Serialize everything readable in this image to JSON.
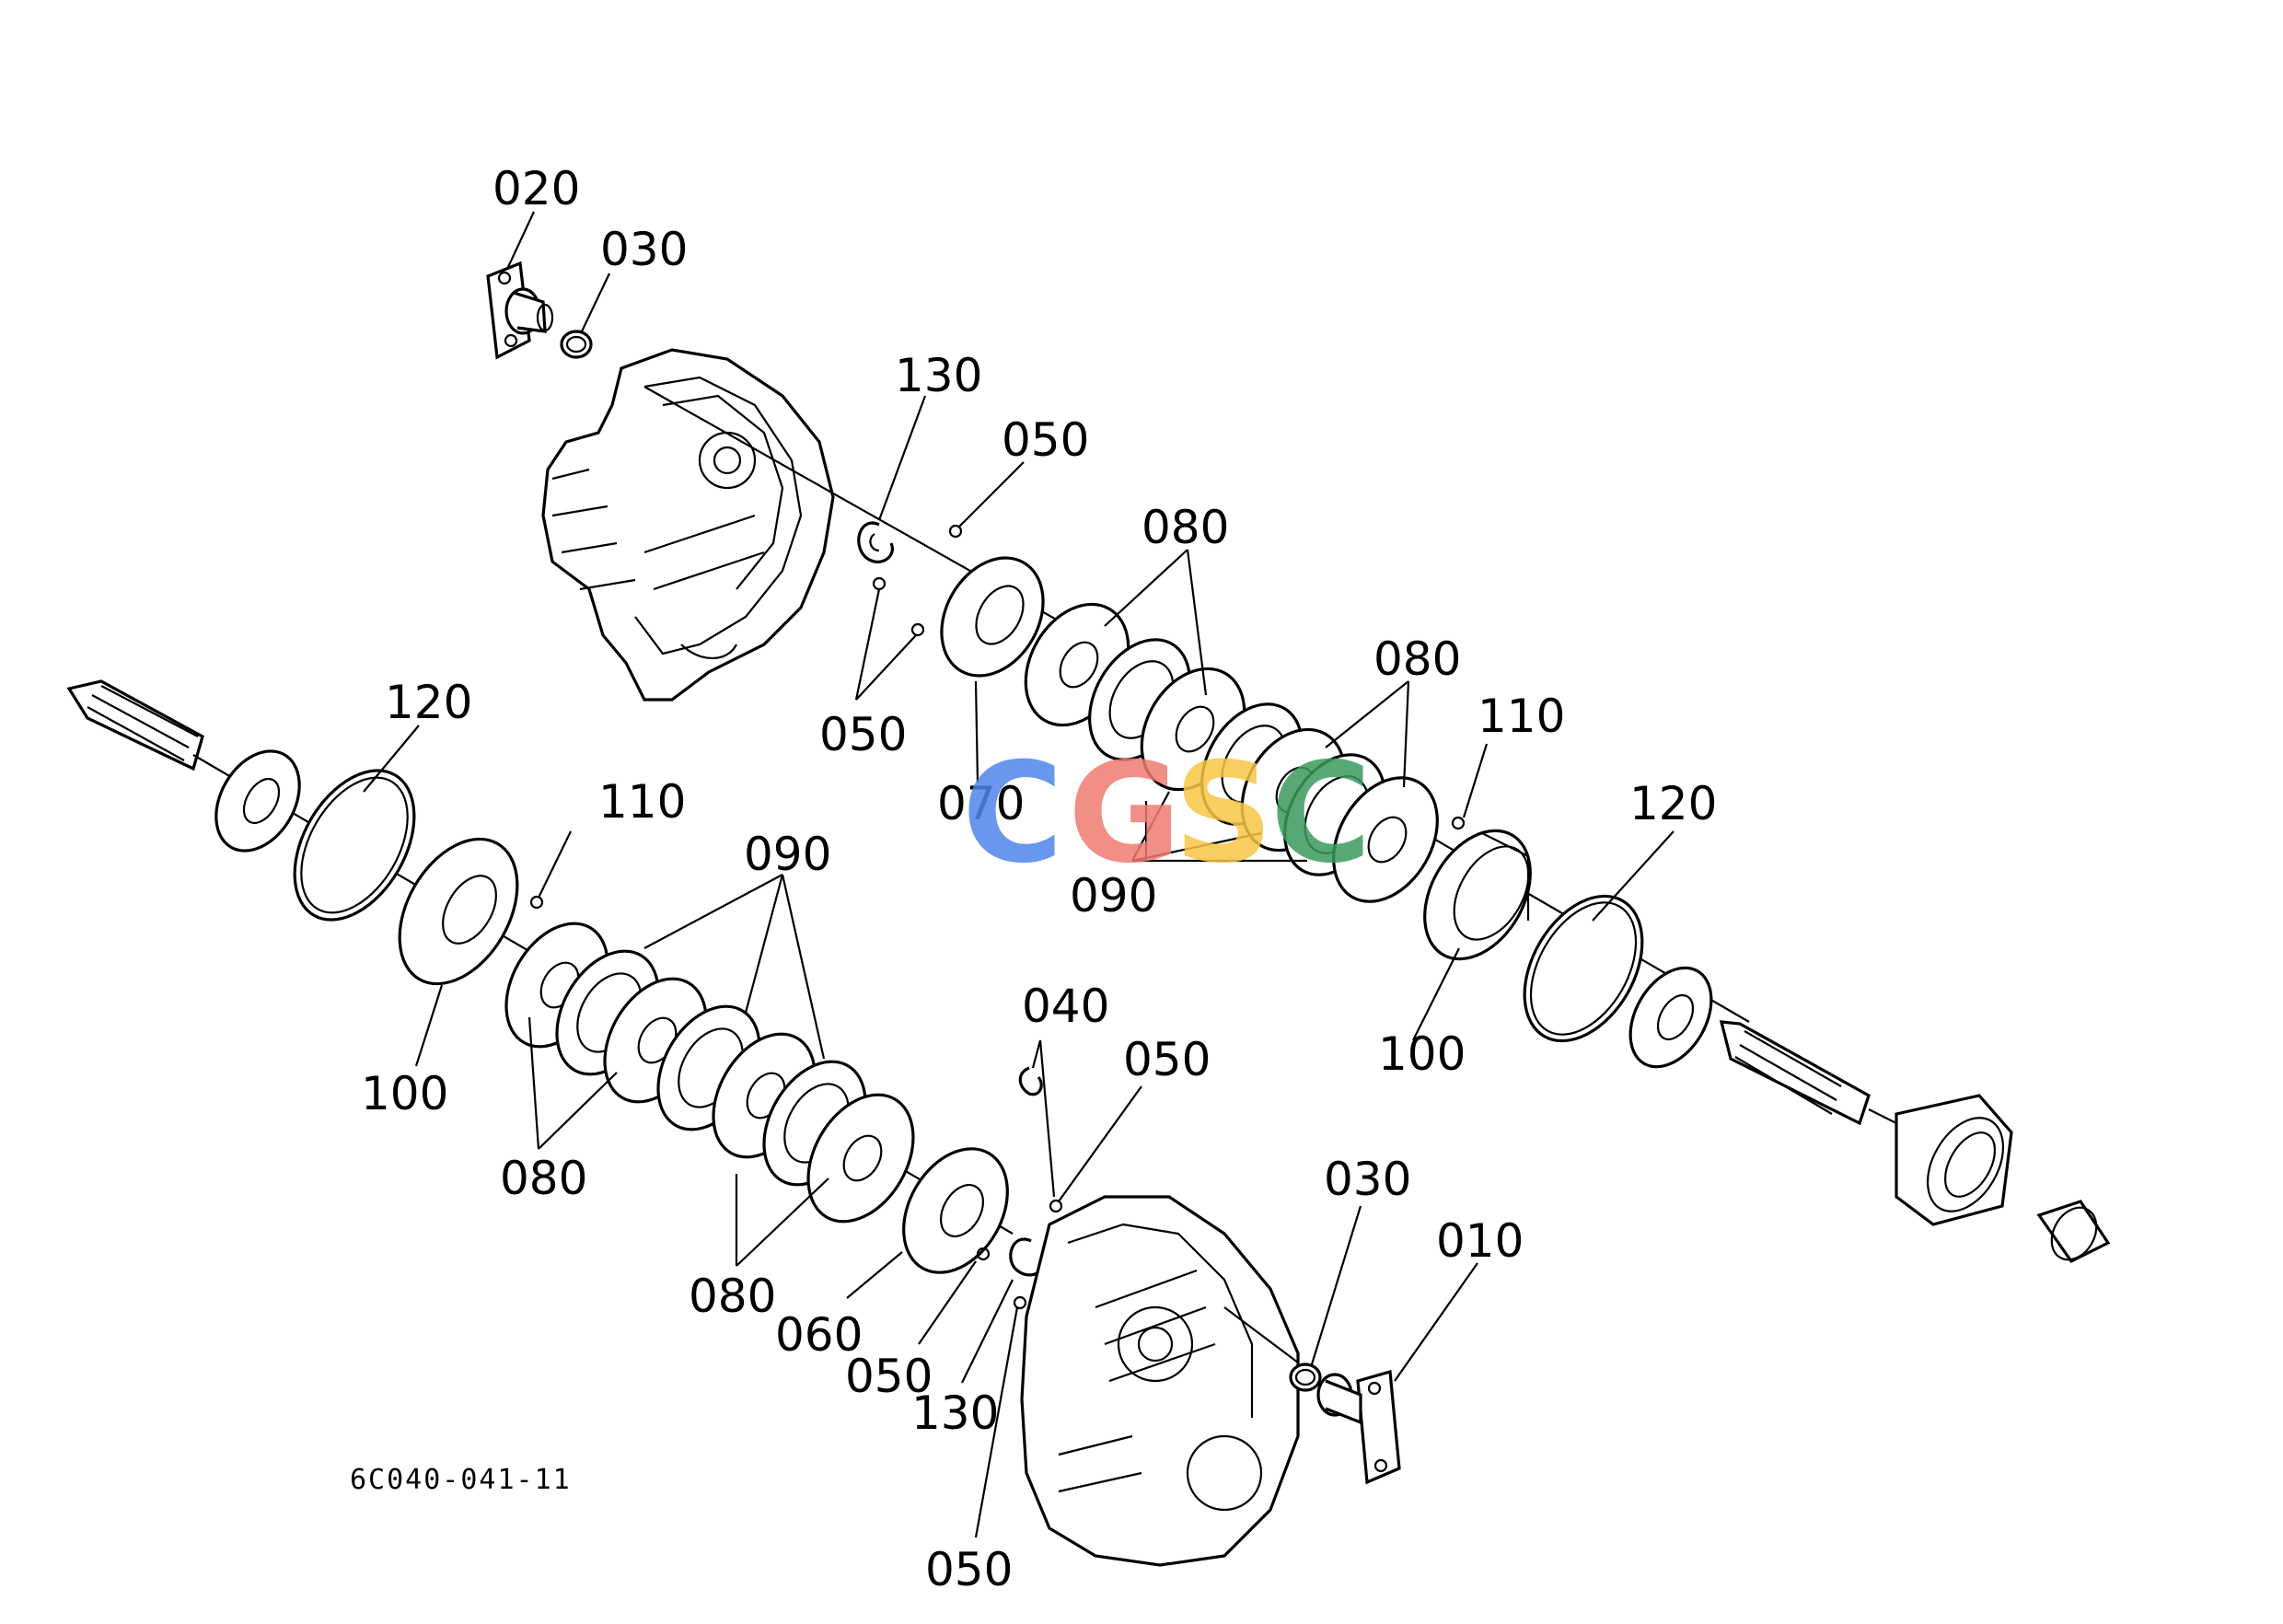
{
  "drawing_number": "6C040-041-11",
  "watermark": {
    "letters": [
      "C",
      "G",
      "S",
      "C"
    ],
    "colors": [
      "#4f86ec",
      "#ef7c72",
      "#f6c644",
      "#3c9a5f"
    ]
  },
  "callouts": [
    {
      "id": "c020",
      "label": "020"
    },
    {
      "id": "c030a",
      "label": "030"
    },
    {
      "id": "c130a",
      "label": "130"
    },
    {
      "id": "c050a",
      "label": "050"
    },
    {
      "id": "c080a",
      "label": "080"
    },
    {
      "id": "c050b",
      "label": "050"
    },
    {
      "id": "c080b",
      "label": "080"
    },
    {
      "id": "c070",
      "label": "070"
    },
    {
      "id": "c110a",
      "label": "110"
    },
    {
      "id": "c120a",
      "label": "120"
    },
    {
      "id": "c090a",
      "label": "090"
    },
    {
      "id": "c120b",
      "label": "120"
    },
    {
      "id": "c110b",
      "label": "110"
    },
    {
      "id": "c090b",
      "label": "090"
    },
    {
      "id": "c100a",
      "label": "100"
    },
    {
      "id": "c100b",
      "label": "100"
    },
    {
      "id": "c040",
      "label": "040"
    },
    {
      "id": "c050c",
      "label": "050"
    },
    {
      "id": "c080c",
      "label": "080"
    },
    {
      "id": "c030b",
      "label": "030"
    },
    {
      "id": "c010",
      "label": "010"
    },
    {
      "id": "c080d",
      "label": "080"
    },
    {
      "id": "c060",
      "label": "060"
    },
    {
      "id": "c050d",
      "label": "050"
    },
    {
      "id": "c130b",
      "label": "130"
    },
    {
      "id": "c050e",
      "label": "050"
    }
  ]
}
